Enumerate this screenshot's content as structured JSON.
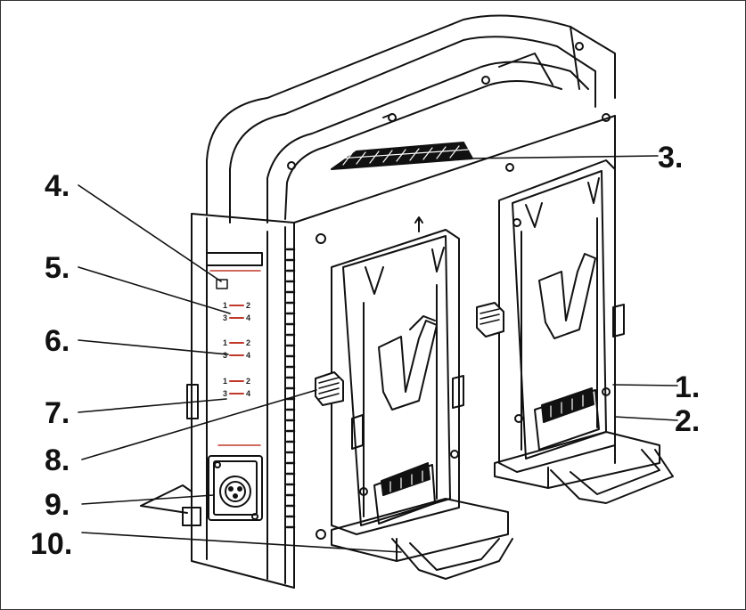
{
  "callouts": [
    {
      "id": "c1",
      "label": "1."
    },
    {
      "id": "c2",
      "label": "2."
    },
    {
      "id": "c3",
      "label": "3."
    },
    {
      "id": "c4",
      "label": "4."
    },
    {
      "id": "c5",
      "label": "5."
    },
    {
      "id": "c6",
      "label": "6."
    },
    {
      "id": "c7",
      "label": "7."
    },
    {
      "id": "c8",
      "label": "8."
    },
    {
      "id": "c9",
      "label": "9."
    },
    {
      "id": "c10",
      "label": "10."
    }
  ],
  "panel": {
    "slot_numbers": [
      "1",
      "2",
      "3",
      "4"
    ]
  },
  "colors": {
    "line": "#111111",
    "accent": "#c0392b"
  }
}
